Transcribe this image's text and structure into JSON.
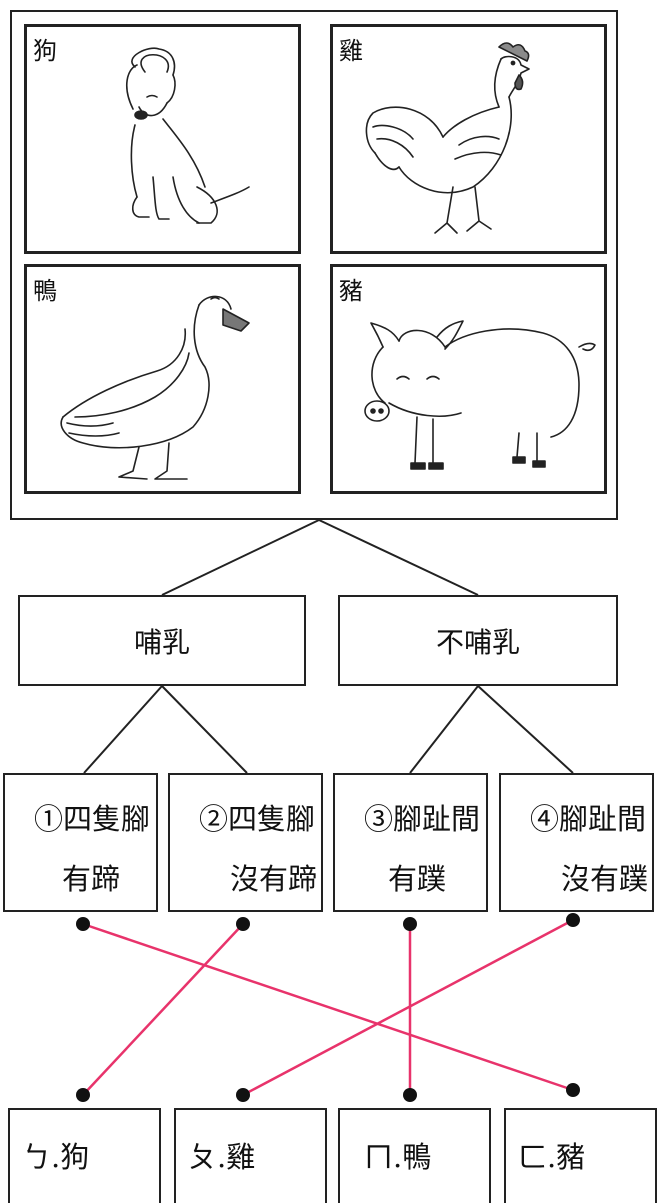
{
  "animals": {
    "dog": "狗",
    "chicken": "雞",
    "duck": "鴨",
    "pig": "豬"
  },
  "categories": {
    "mammal": "哺乳",
    "non_mammal": "不哺乳"
  },
  "criteria": [
    {
      "line1": "①四隻腳",
      "line2": "有蹄"
    },
    {
      "line1": "②四隻腳",
      "line2": "沒有蹄"
    },
    {
      "line1": "③腳趾間",
      "line2": "有蹼"
    },
    {
      "line1": "④腳趾間",
      "line2": "沒有蹼"
    }
  ],
  "answers": [
    {
      "label": "ㄅ.狗"
    },
    {
      "label": "ㄆ.雞"
    },
    {
      "label": "ㄇ.鴨"
    },
    {
      "label": "ㄈ.豬"
    }
  ],
  "matches": [
    {
      "criterion": 1,
      "answer": 4
    },
    {
      "criterion": 2,
      "answer": 1
    },
    {
      "criterion": 3,
      "answer": 3
    },
    {
      "criterion": 4,
      "answer": 2
    }
  ],
  "colors": {
    "match_line": "#e8336b",
    "stroke": "#222222",
    "dot": "#111111"
  }
}
